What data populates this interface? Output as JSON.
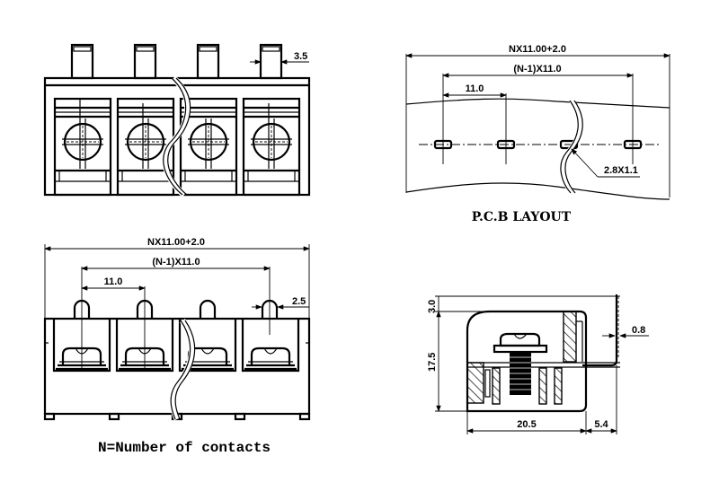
{
  "drawing": {
    "title": "Screw terminal block connector dimensional drawing",
    "units": "mm",
    "front_view": {
      "pin_width": "3.5",
      "contacts_shown": 4
    },
    "pcb_layout": {
      "overall_length": "NX11.00+2.0",
      "span": "(N-1)X11.0",
      "pitch": "11.0",
      "pad_size": "2.8X1.1",
      "caption": "P.C.B LAYOUT"
    },
    "top_view": {
      "overall_length": "NX11.00+2.0",
      "span": "(N-1)X11.0",
      "pitch": "11.0",
      "pin_diameter": "2.5",
      "caption": "N=Number of contacts"
    },
    "side_view": {
      "pin_protrusion": "3.0",
      "height": "17.5",
      "depth": "20.5",
      "pin_offset": "5.4",
      "pin_thickness": "0.8"
    }
  }
}
